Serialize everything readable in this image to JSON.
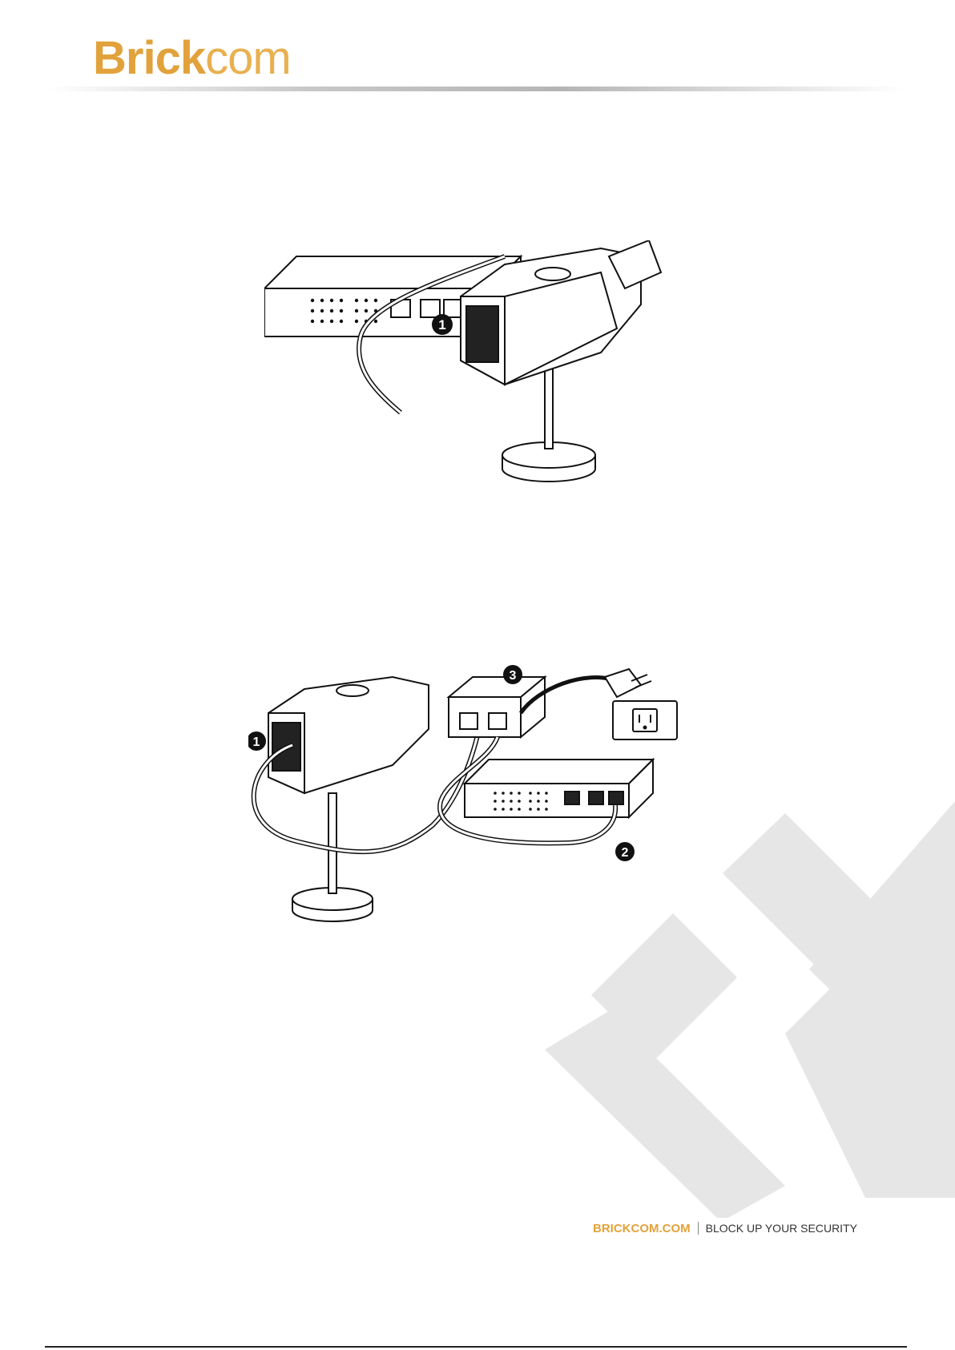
{
  "header": {
    "logo_bold": "Brick",
    "logo_thin": "com",
    "colors": {
      "bold": "#e2a23b",
      "thin": "#e8b050"
    }
  },
  "figure_top": {
    "callouts": [
      "1"
    ]
  },
  "figure_bottom": {
    "callouts": [
      "1",
      "3",
      "2"
    ]
  },
  "footer": {
    "brand": "BRICKCOM.COM",
    "slogan": "BLOCK UP YOUR SECURITY",
    "brand_color": "#e2a23b"
  },
  "watermark": {
    "color": "#e6e6e6"
  }
}
